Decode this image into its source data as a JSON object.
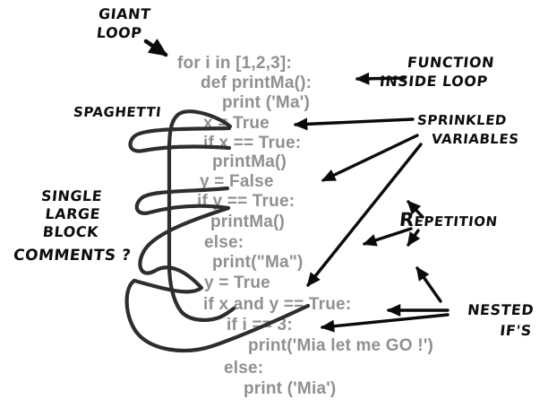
{
  "meta": {
    "description": "Annotated example of spaghetti code (Python) with hand-drawn critique labels",
    "background": "#ffffff",
    "code_text_color": "#909090",
    "ink_color": "#0a0a0a"
  },
  "code": {
    "lines": [
      "for i in [1,2,3]:",
      "def printMa():",
      "print ('Ma')",
      "x = True",
      "if x == True:",
      "printMa()",
      "y = False",
      "if y == True:",
      "printMa()",
      "else:",
      "print(\"Ma\")",
      "y = True",
      "if x and y == True:",
      "if i == 3:",
      "print('Mia let me GO !')",
      "else:",
      "print ('Mia')"
    ]
  },
  "labels": {
    "giant_loop": "GIANT\nLOOP",
    "function_inside_loop": [
      "FUNCTION",
      "INSIDE LOOP"
    ],
    "spaghetti": "SPAGHETTI",
    "sprinkled_variables": [
      "SPRINKLED",
      "VARIABLES"
    ],
    "single_large_block": "SINGLE\nLARGE\nBLOCK",
    "comments": "COMMENTS ?",
    "repetition": "REPETITION",
    "nested_ifs": "NESTED\nIF'S"
  }
}
